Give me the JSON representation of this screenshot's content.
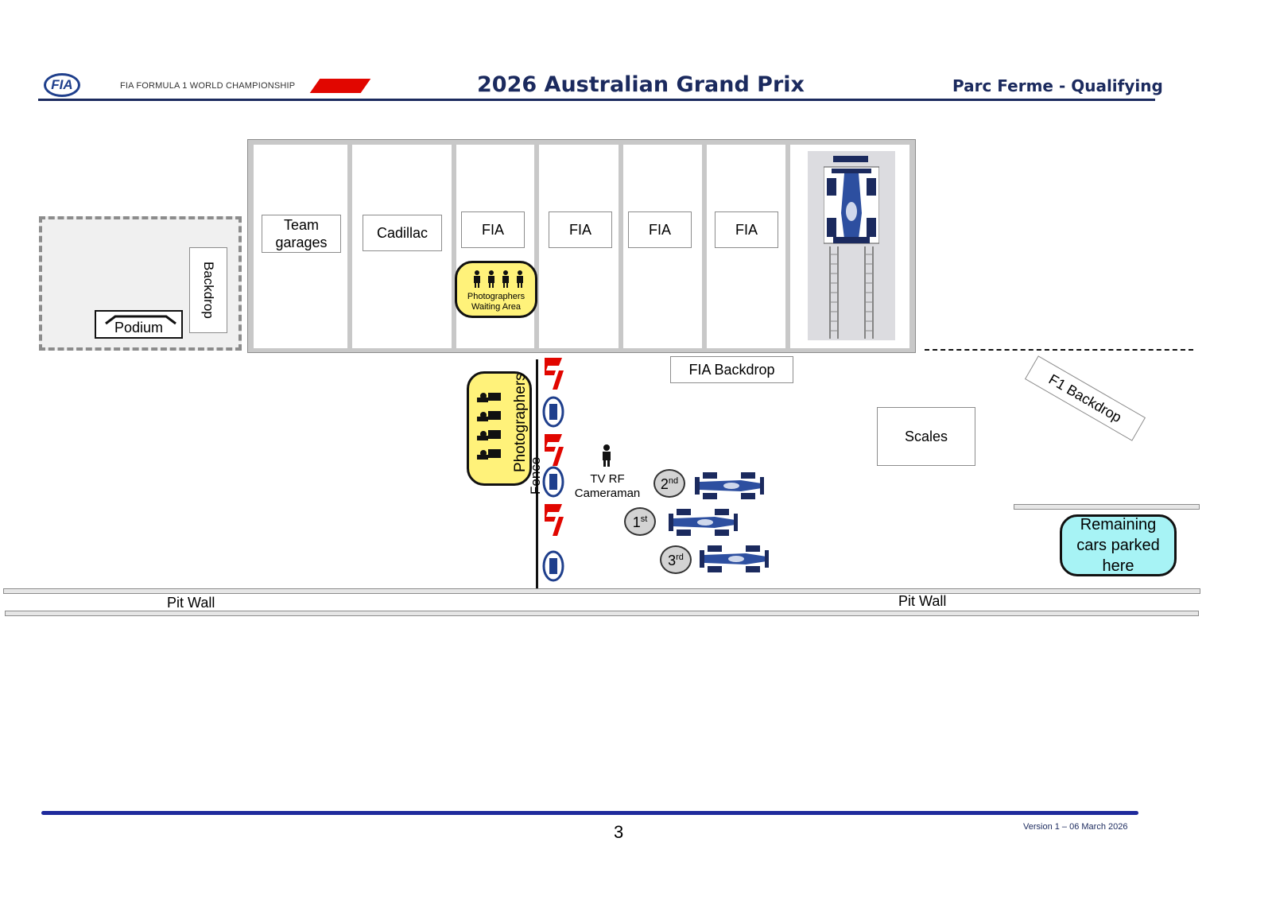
{
  "header": {
    "championship": "FIA FORMULA 1 WORLD CHAMPIONSHIP",
    "title": "2026 Australian Grand Prix",
    "section": "Parc Ferme - Qualifying",
    "fia_logo": "FIA",
    "f1_logo": "F1"
  },
  "garages": {
    "team_garages": "Team garages",
    "cadillac": "Cadillac",
    "fia_1": "FIA",
    "fia_2": "FIA",
    "fia_3": "FIA",
    "fia_4": "FIA"
  },
  "podium_area": {
    "backdrop": "Backdrop",
    "podium": "Podium"
  },
  "photographers_waiting": "Photographers Waiting Area",
  "photographers": "Photographers",
  "fence": "Fence",
  "fia_backdrop": "FIA Backdrop",
  "f1_backdrop": "F1 Backdrop",
  "scales": "Scales",
  "tv_camera": {
    "line1": "TV RF",
    "line2": "Cameraman"
  },
  "positions": [
    {
      "num": "2",
      "suffix": "nd"
    },
    {
      "num": "1",
      "suffix": "st"
    },
    {
      "num": "3",
      "suffix": "rd"
    }
  ],
  "remaining_cars": "Remaining cars parked here",
  "pit_wall_left": "Pit Wall",
  "pit_wall_right": "Pit Wall",
  "footer": {
    "page": "3",
    "version": "Version 1 – 06 March 2026"
  },
  "colors": {
    "navy": "#1b2a5e",
    "yellow": "#fff27a",
    "cyan": "#a7f3f5",
    "f1_red": "#e10600",
    "fia_blue": "#1f3f8c"
  }
}
